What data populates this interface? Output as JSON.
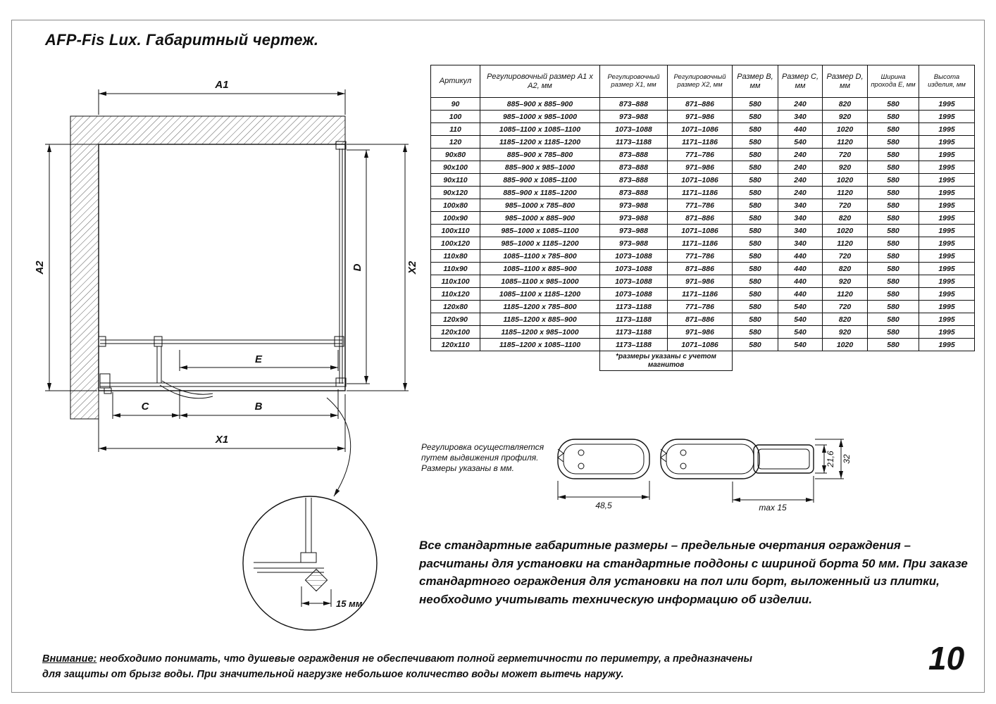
{
  "page": {
    "title": "AFP-Fis Lux. Габаритный чертеж.",
    "number": "10"
  },
  "drawing": {
    "dims": {
      "a1": "A1",
      "a2": "A2",
      "x1": "X1",
      "x2": "X2",
      "b": "B",
      "c": "C",
      "d": "D",
      "e": "E"
    },
    "detail_dim": "15 мм"
  },
  "table": {
    "headers": [
      "Артикул",
      "Регулировочный размер A1 x A2, мм",
      "Регулировочный размер X1, мм",
      "Регулировочный размер X2, мм",
      "Размер B, мм",
      "Размер C, мм",
      "Размер D, мм",
      "Ширина прохода E, мм",
      "Высота изделия, мм"
    ],
    "rows": [
      [
        "90",
        "885–900 x 885–900",
        "873–888",
        "871–886",
        "580",
        "240",
        "820",
        "580",
        "1995"
      ],
      [
        "100",
        "985–1000 x 985–1000",
        "973–988",
        "971–986",
        "580",
        "340",
        "920",
        "580",
        "1995"
      ],
      [
        "110",
        "1085–1100 x 1085–1100",
        "1073–1088",
        "1071–1086",
        "580",
        "440",
        "1020",
        "580",
        "1995"
      ],
      [
        "120",
        "1185–1200 x 1185–1200",
        "1173–1188",
        "1171–1186",
        "580",
        "540",
        "1120",
        "580",
        "1995"
      ],
      [
        "90x80",
        "885–900 x 785–800",
        "873–888",
        "771–786",
        "580",
        "240",
        "720",
        "580",
        "1995"
      ],
      [
        "90x100",
        "885–900 x 985–1000",
        "873–888",
        "971–986",
        "580",
        "240",
        "920",
        "580",
        "1995"
      ],
      [
        "90x110",
        "885–900 x 1085–1100",
        "873–888",
        "1071–1086",
        "580",
        "240",
        "1020",
        "580",
        "1995"
      ],
      [
        "90x120",
        "885–900 x 1185–1200",
        "873–888",
        "1171–1186",
        "580",
        "240",
        "1120",
        "580",
        "1995"
      ],
      [
        "100x80",
        "985–1000 x 785–800",
        "973–988",
        "771–786",
        "580",
        "340",
        "720",
        "580",
        "1995"
      ],
      [
        "100x90",
        "985–1000 x 885–900",
        "973–988",
        "871–886",
        "580",
        "340",
        "820",
        "580",
        "1995"
      ],
      [
        "100x110",
        "985–1000 x 1085–1100",
        "973–988",
        "1071–1086",
        "580",
        "340",
        "1020",
        "580",
        "1995"
      ],
      [
        "100x120",
        "985–1000 x 1185–1200",
        "973–988",
        "1171–1186",
        "580",
        "340",
        "1120",
        "580",
        "1995"
      ],
      [
        "110x80",
        "1085–1100 x 785–800",
        "1073–1088",
        "771–786",
        "580",
        "440",
        "720",
        "580",
        "1995"
      ],
      [
        "110x90",
        "1085–1100 x 885–900",
        "1073–1088",
        "871–886",
        "580",
        "440",
        "820",
        "580",
        "1995"
      ],
      [
        "110x100",
        "1085–1100 x 985–1000",
        "1073–1088",
        "971–986",
        "580",
        "440",
        "920",
        "580",
        "1995"
      ],
      [
        "110x120",
        "1085–1100 x 1185–1200",
        "1073–1088",
        "1171–1186",
        "580",
        "440",
        "1120",
        "580",
        "1995"
      ],
      [
        "120x80",
        "1185–1200 x 785–800",
        "1173–1188",
        "771–786",
        "580",
        "540",
        "720",
        "580",
        "1995"
      ],
      [
        "120x90",
        "1185–1200 x 885–900",
        "1173–1188",
        "871–886",
        "580",
        "540",
        "820",
        "580",
        "1995"
      ],
      [
        "120x100",
        "1185–1200 x 985–1000",
        "1173–1188",
        "971–986",
        "580",
        "540",
        "920",
        "580",
        "1995"
      ],
      [
        "120x110",
        "1185–1200 x 1085–1100",
        "1173–1188",
        "1071–1086",
        "580",
        "540",
        "1020",
        "580",
        "1995"
      ]
    ],
    "footnote": "*размеры указаны с учетом магнитов"
  },
  "adjust_note": {
    "lines": [
      "Регулировка осуществляется",
      "путем выдвижения профиля.",
      "Размеры указаны в мм."
    ]
  },
  "profiles": {
    "dim_width": "48,5",
    "dim_max": "max 15",
    "dim_h1": "21,6",
    "dim_h2": "32"
  },
  "paragraph": "Все стандартные габаритные размеры – предельные очертания ограждения – расчитаны для установки на стандартные поддоны с шириной борта 50 мм. При заказе стандартного ограждения для установки на пол или борт, выложенный из плитки, необходимо учитывать техническую информацию об изделии.",
  "warning": {
    "label": "Внимание:",
    "text": "необходимо понимать, что душевые ограждения не обеспечивают полной герметичности по периметру, а предназначены для защиты от брызг воды. При значительной нагрузке небольшое количество воды может вытечь наружу."
  }
}
